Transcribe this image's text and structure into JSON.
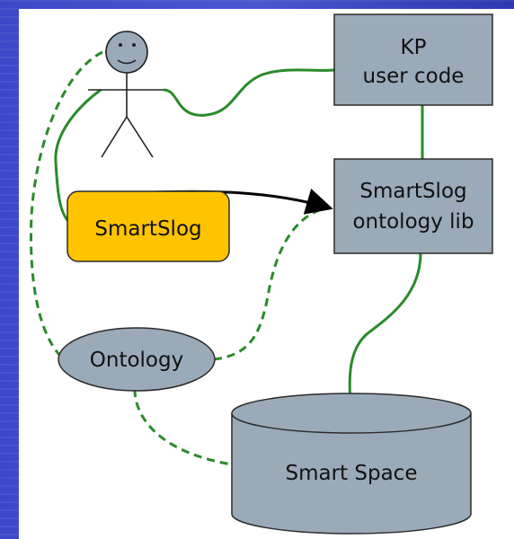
{
  "nodes": {
    "kp": {
      "line1": "KP",
      "line2": "user code"
    },
    "smartslog_lib": {
      "line1": "SmartSlog",
      "line2": "ontology lib"
    },
    "smartslog": "SmartSlog",
    "ontology": "Ontology",
    "smart_space": "Smart Space"
  },
  "colors": {
    "box_fill": "#9aaab8",
    "box_stroke": "#2b2b2b",
    "smartslog_fill": "#ffc400",
    "edge_green": "#2a8a2a",
    "arrow_black": "#000000",
    "background_blue": "#3a46c4"
  },
  "icons": {
    "actor": "stick-figure-user-icon"
  }
}
